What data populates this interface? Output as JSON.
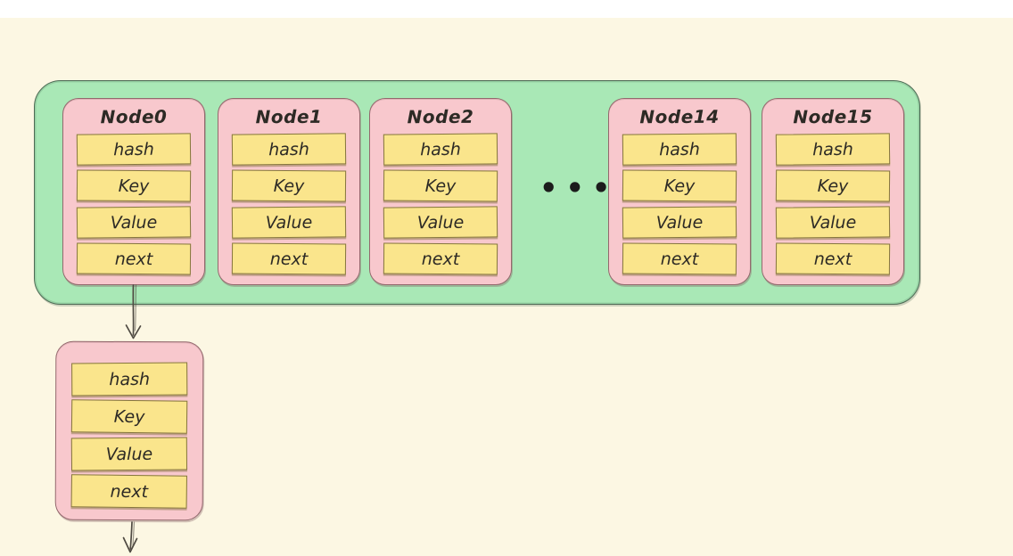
{
  "colors": {
    "page_bg": "#fcf7e3",
    "bucket_fill": "#a9e8b6",
    "bucket_stroke": "#4e6b55",
    "node_fill": "#f8c8cd",
    "node_stroke": "#93686d",
    "field_fill": "#fae58c",
    "field_stroke": "#86763f",
    "text": "#2d2a25",
    "arrow": "#4f4a42"
  },
  "diagram": {
    "bucket_nodes": [
      {
        "title": "Node0",
        "fields": [
          "hash",
          "Key",
          "Value",
          "next"
        ]
      },
      {
        "title": "Node1",
        "fields": [
          "hash",
          "Key",
          "Value",
          "next"
        ]
      },
      {
        "title": "Node2",
        "fields": [
          "hash",
          "Key",
          "Value",
          "next"
        ]
      },
      {
        "title": "Node14",
        "fields": [
          "hash",
          "Key",
          "Value",
          "next"
        ]
      },
      {
        "title": "Node15",
        "fields": [
          "hash",
          "Key",
          "Value",
          "next"
        ]
      }
    ],
    "ellipsis": "•••",
    "chained_node": {
      "fields": [
        "hash",
        "Key",
        "Value",
        "next"
      ]
    },
    "arrows": [
      {
        "from": "Node0",
        "to": "chained node"
      },
      {
        "from": "chained node",
        "to": "off-canvas below"
      }
    ]
  }
}
